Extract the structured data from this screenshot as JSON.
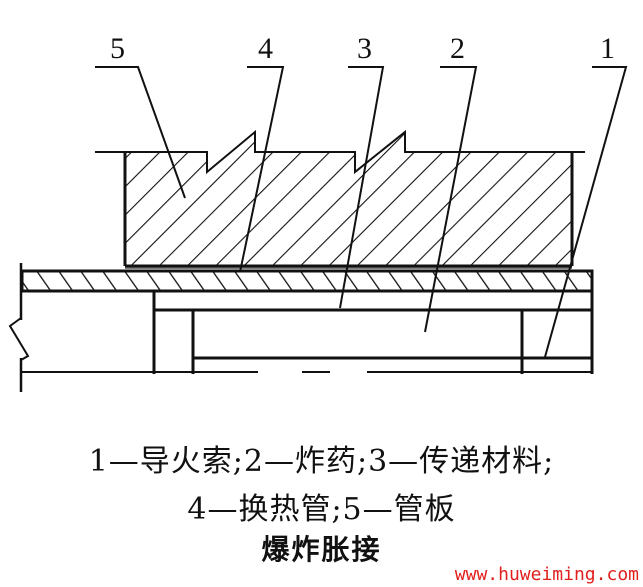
{
  "figure": {
    "title": "爆炸胀接",
    "callouts": [
      {
        "id": "1",
        "label": "1"
      },
      {
        "id": "2",
        "label": "2"
      },
      {
        "id": "3",
        "label": "3"
      },
      {
        "id": "4",
        "label": "4"
      },
      {
        "id": "5",
        "label": "5"
      }
    ],
    "legend_line1": "1—导火索;2—炸药;3—传递材料;",
    "legend_line2": "4—换热管;5—管板",
    "legend_items": [
      {
        "number": "1",
        "name": "导火索"
      },
      {
        "number": "2",
        "name": "炸药"
      },
      {
        "number": "3",
        "name": "传递材料"
      },
      {
        "number": "4",
        "name": "换热管"
      },
      {
        "number": "5",
        "name": "管板"
      }
    ]
  },
  "watermark": {
    "text": "www.huweiming.com",
    "color": "#e0201c"
  },
  "colors": {
    "line": "#111111",
    "background": "#ffffff"
  }
}
